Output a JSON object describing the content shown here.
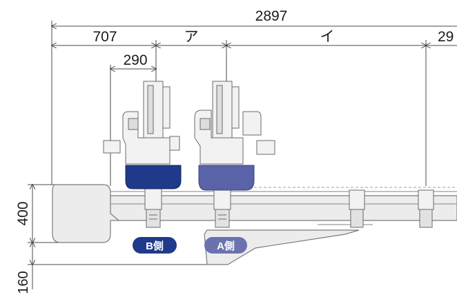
{
  "dimensions": {
    "overall_width": "2897",
    "segment_1": "707",
    "segment_2": "ア",
    "segment_3": "イ",
    "segment_4": "29",
    "offset": "290",
    "height_base": "400",
    "height_lower": "160"
  },
  "labels": {
    "b_side": "B側",
    "a_side": "A側"
  },
  "colors": {
    "line": "#4a4a4a",
    "body_fill": "#ececec",
    "body_stroke": "#7a7a7a",
    "b_side_block": "#1f3a8a",
    "a_side_block": "#5a62a8",
    "b_badge": "#1f3a8a",
    "a_badge": "#6a72b0"
  }
}
